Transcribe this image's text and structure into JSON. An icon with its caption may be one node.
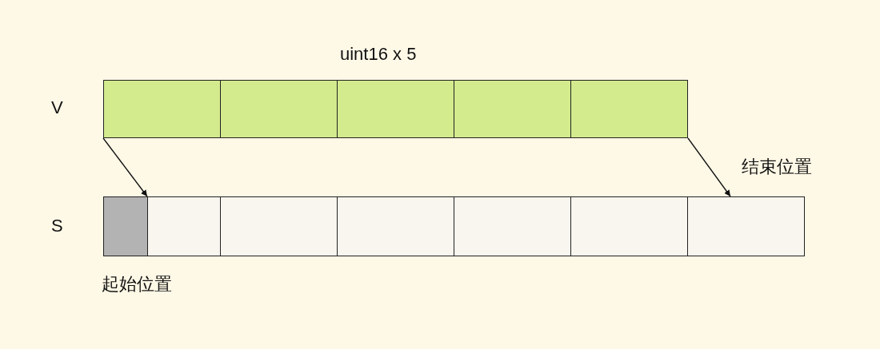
{
  "diagram": {
    "nodes": [
      {
        "text": [],
        "shape": "box"
      },
      {
        "text": [],
        "shape": "box"
      },
      {
        "text": [],
        "shape": "box"
      },
      {
        "text": [],
        "shape": "box"
      },
      {
        "text": [],
        "shape": "box"
      },
      {
        "text": [],
        "shape": "box"
      },
      {
        "text": [],
        "shape": "box"
      },
      {
        "text": [],
        "shape": "box"
      },
      {
        "text": [],
        "shape": "box"
      },
      {
        "text": [],
        "shape": "box"
      },
      {
        "text": [],
        "shape": "box"
      },
      {
        "text": [],
        "shape": "box"
      }
    ],
    "edges": [
      {
        "from": 0,
        "to": 6,
        "arrow": "to"
      },
      {
        "from": 4,
        "to": 11,
        "arrow": "to"
      }
    ],
    "labels": [
      "uint16 x 5",
      "V",
      "结束位置",
      "S",
      "起始位置"
    ]
  }
}
